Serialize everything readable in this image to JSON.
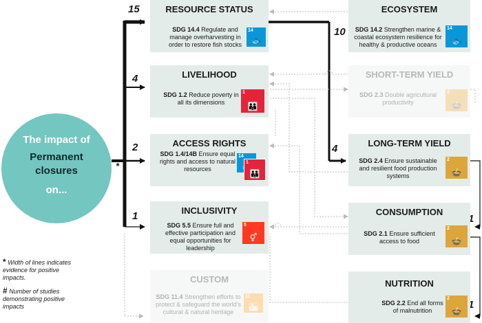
{
  "circle": {
    "line1": "The impact of",
    "line2": "Permanent closures",
    "line3": "on...",
    "asterisk": "*"
  },
  "counts": {
    "resource": "15",
    "livelihood": "4",
    "access": "2",
    "inclusivity": "1",
    "ecosystem": "10",
    "longterm": "4",
    "consumption": "1",
    "nutrition": "1"
  },
  "boxes": {
    "resource": {
      "title": "RESOURCE STATUS",
      "sdg": "SDG 14.4",
      "text": "Regulate and manage overharvesting in order to restore fish stocks"
    },
    "livelihood": {
      "title": "LIVELIHOOD",
      "sdg": "SDG 1.2",
      "text": "Reduce poverty in all its dimensions"
    },
    "access": {
      "title": "ACCESS RIGHTS",
      "sdg": "SDG 1.4/14B",
      "text": "Ensure equal rights and access to natural resources"
    },
    "inclusivity": {
      "title": "INCLUSIVITY",
      "sdg": "SDG 5.5",
      "text": "Ensure full and effective participation and equal opportunities for leadership"
    },
    "custom": {
      "title": "CUSTOM",
      "sdg": "SDG 11.4",
      "text": "Strengthen efforts to protect & safeguard the world's cultural & natural heritage"
    },
    "ecosystem": {
      "title": "ECOSYSTEM",
      "sdg": "SDG 14.2",
      "text": "Strengthen marine & coastal ecosystem resilience for healthy & productive oceans"
    },
    "shortterm": {
      "title": "SHORT-TERM YIELD",
      "sdg": "SDG 2.3",
      "text": "Double agricultural productivity"
    },
    "longterm": {
      "title": "LONG-TERM YIELD",
      "sdg": "SDG 2.4",
      "text": "Ensure sustainable and resilient food production systems"
    },
    "consumption": {
      "title": "CONSUMPTION",
      "sdg": "SDG 2.1",
      "text": "Ensure sufficient access to food"
    },
    "nutrition": {
      "title": "NUTRITION",
      "sdg": "SDG 2.2",
      "text": "End all forms of malnutrition"
    }
  },
  "icons": {
    "sdg14": {
      "num": "14",
      "glyph": "fish",
      "color": "#0a97d9"
    },
    "sdg1": {
      "num": "1",
      "glyph": "people",
      "color": "#e5243b"
    },
    "sdg2": {
      "num": "2",
      "glyph": "bowl",
      "color": "#dda63a"
    },
    "sdg5": {
      "num": "5",
      "glyph": "gender",
      "color": "#ff3a21"
    },
    "sdg11": {
      "num": "11",
      "glyph": "city",
      "color": "#fd9d24"
    }
  },
  "footnotes": {
    "width_mark": "*",
    "width_text": "Width of lines indicates evidence for positive impacts.",
    "count_mark": "#",
    "count_text": "Number of studies demonstrating positive impacts"
  }
}
